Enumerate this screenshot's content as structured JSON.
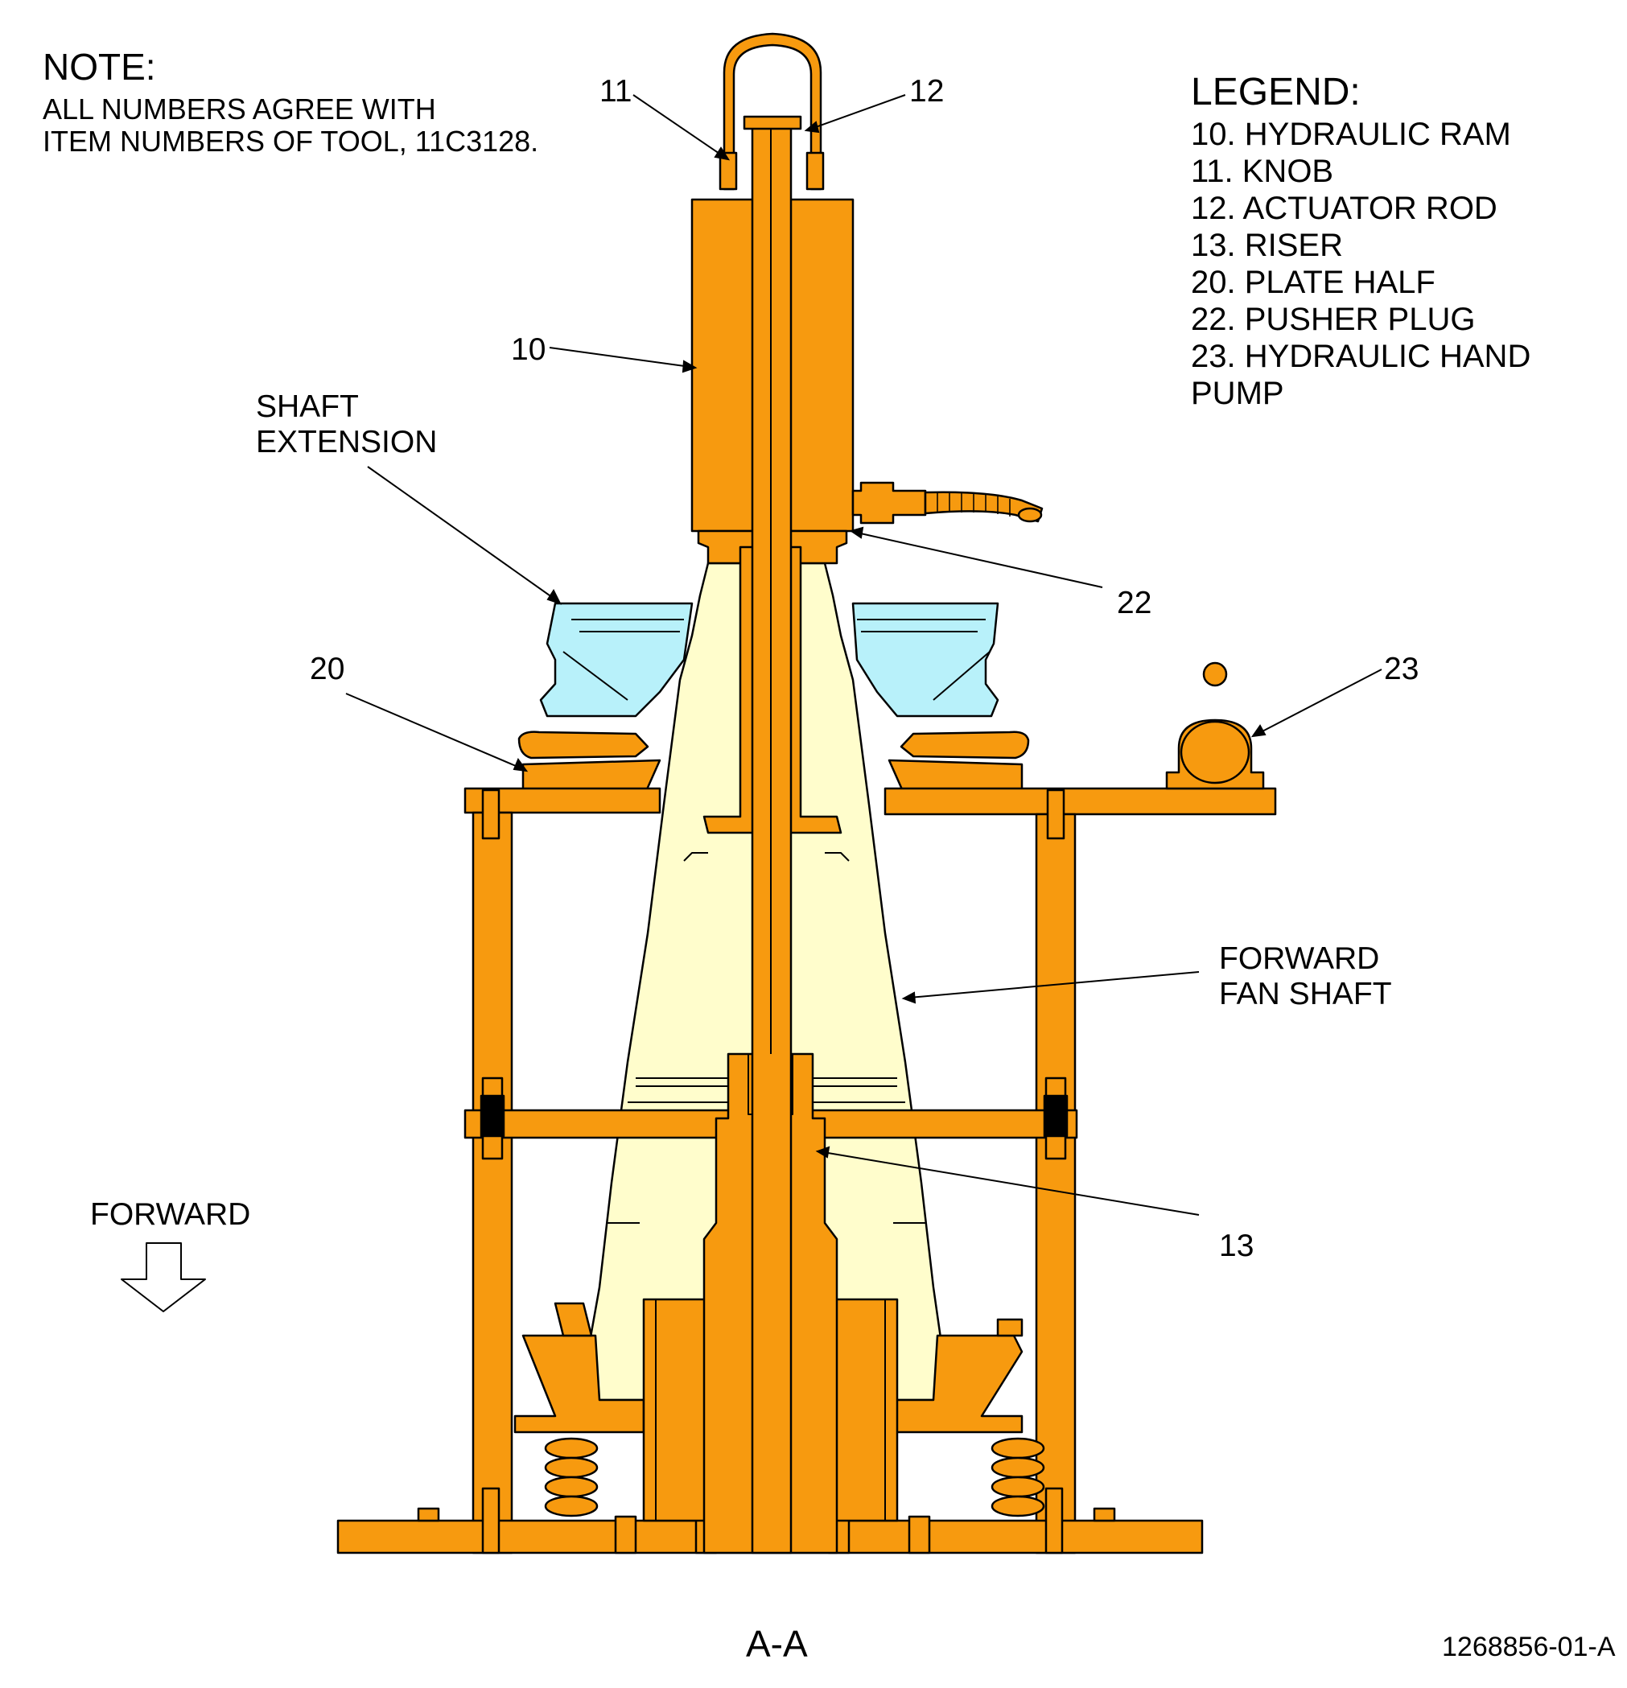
{
  "note": {
    "title": "NOTE:",
    "lines": [
      "ALL NUMBERS AGREE WITH",
      "ITEM NUMBERS OF TOOL, 11C3128."
    ]
  },
  "legend": {
    "title": "LEGEND:",
    "items": [
      "10. HYDRAULIC RAM",
      "11. KNOB",
      "12. ACTUATOR ROD",
      "13. RISER",
      "20. PLATE HALF",
      "22. PUSHER PLUG",
      "23. HYDRAULIC HAND PUMP"
    ]
  },
  "callouts": {
    "c11": "11",
    "c12": "12",
    "c10": "10",
    "shaft_extension": [
      "SHAFT",
      "EXTENSION"
    ],
    "c22": "22",
    "c20": "20",
    "c23": "23",
    "forward_fan_shaft": [
      "FORWARD",
      "FAN SHAFT"
    ],
    "c13": "13",
    "forward": "FORWARD"
  },
  "section_label": "A-A",
  "figure_code": "1268856-01-A",
  "colors": {
    "tool": "#f79a0f",
    "shaft": "#fffdcc",
    "extension": "#b8f1fa",
    "line": "#000000"
  }
}
